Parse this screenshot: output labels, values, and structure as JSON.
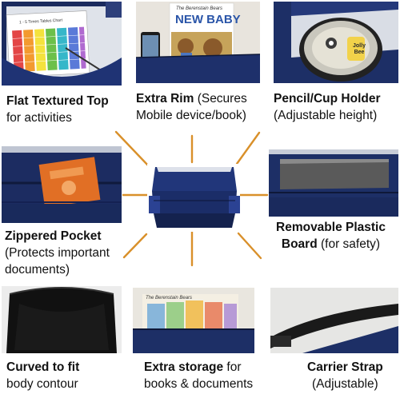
{
  "features": [
    {
      "id": "flat-top",
      "title": "Flat Textured Top",
      "desc": "for activities"
    },
    {
      "id": "extra-rim",
      "title": "Extra Rim",
      "desc_inline": "(Secures",
      "desc": "Mobile device/book)"
    },
    {
      "id": "cup-holder",
      "title": "Pencil/Cup Holder",
      "desc": "(Adjustable height)"
    },
    {
      "id": "zippered-pocket",
      "title": "Zippered Pocket",
      "desc_lines": [
        "(Protects important",
        "documents)"
      ]
    },
    {
      "id": "plastic-board",
      "title_lines": [
        "Removable Plastic",
        "Board"
      ],
      "desc_inline": "(for safety)"
    },
    {
      "id": "curved",
      "title": "Curved to fit",
      "desc": "body contour"
    },
    {
      "id": "extra-storage",
      "title": "Extra storage",
      "desc_inline": "for",
      "desc": "books & documents"
    },
    {
      "id": "carrier-strap",
      "title": "Carrier Strap",
      "desc": "(Adjustable)"
    }
  ],
  "photo_text": {
    "chart_title": "1 - 5 Times Tables Chart",
    "book_brand": "The Berenstain Bears",
    "book_title": "NEW BABY",
    "cup_brand": "Jolly Bee",
    "storage_book_brand": "The Berenstain Bears"
  },
  "colors": {
    "navy": "#1d2f66",
    "navy_dark": "#152249",
    "connector": "#d9902a"
  }
}
